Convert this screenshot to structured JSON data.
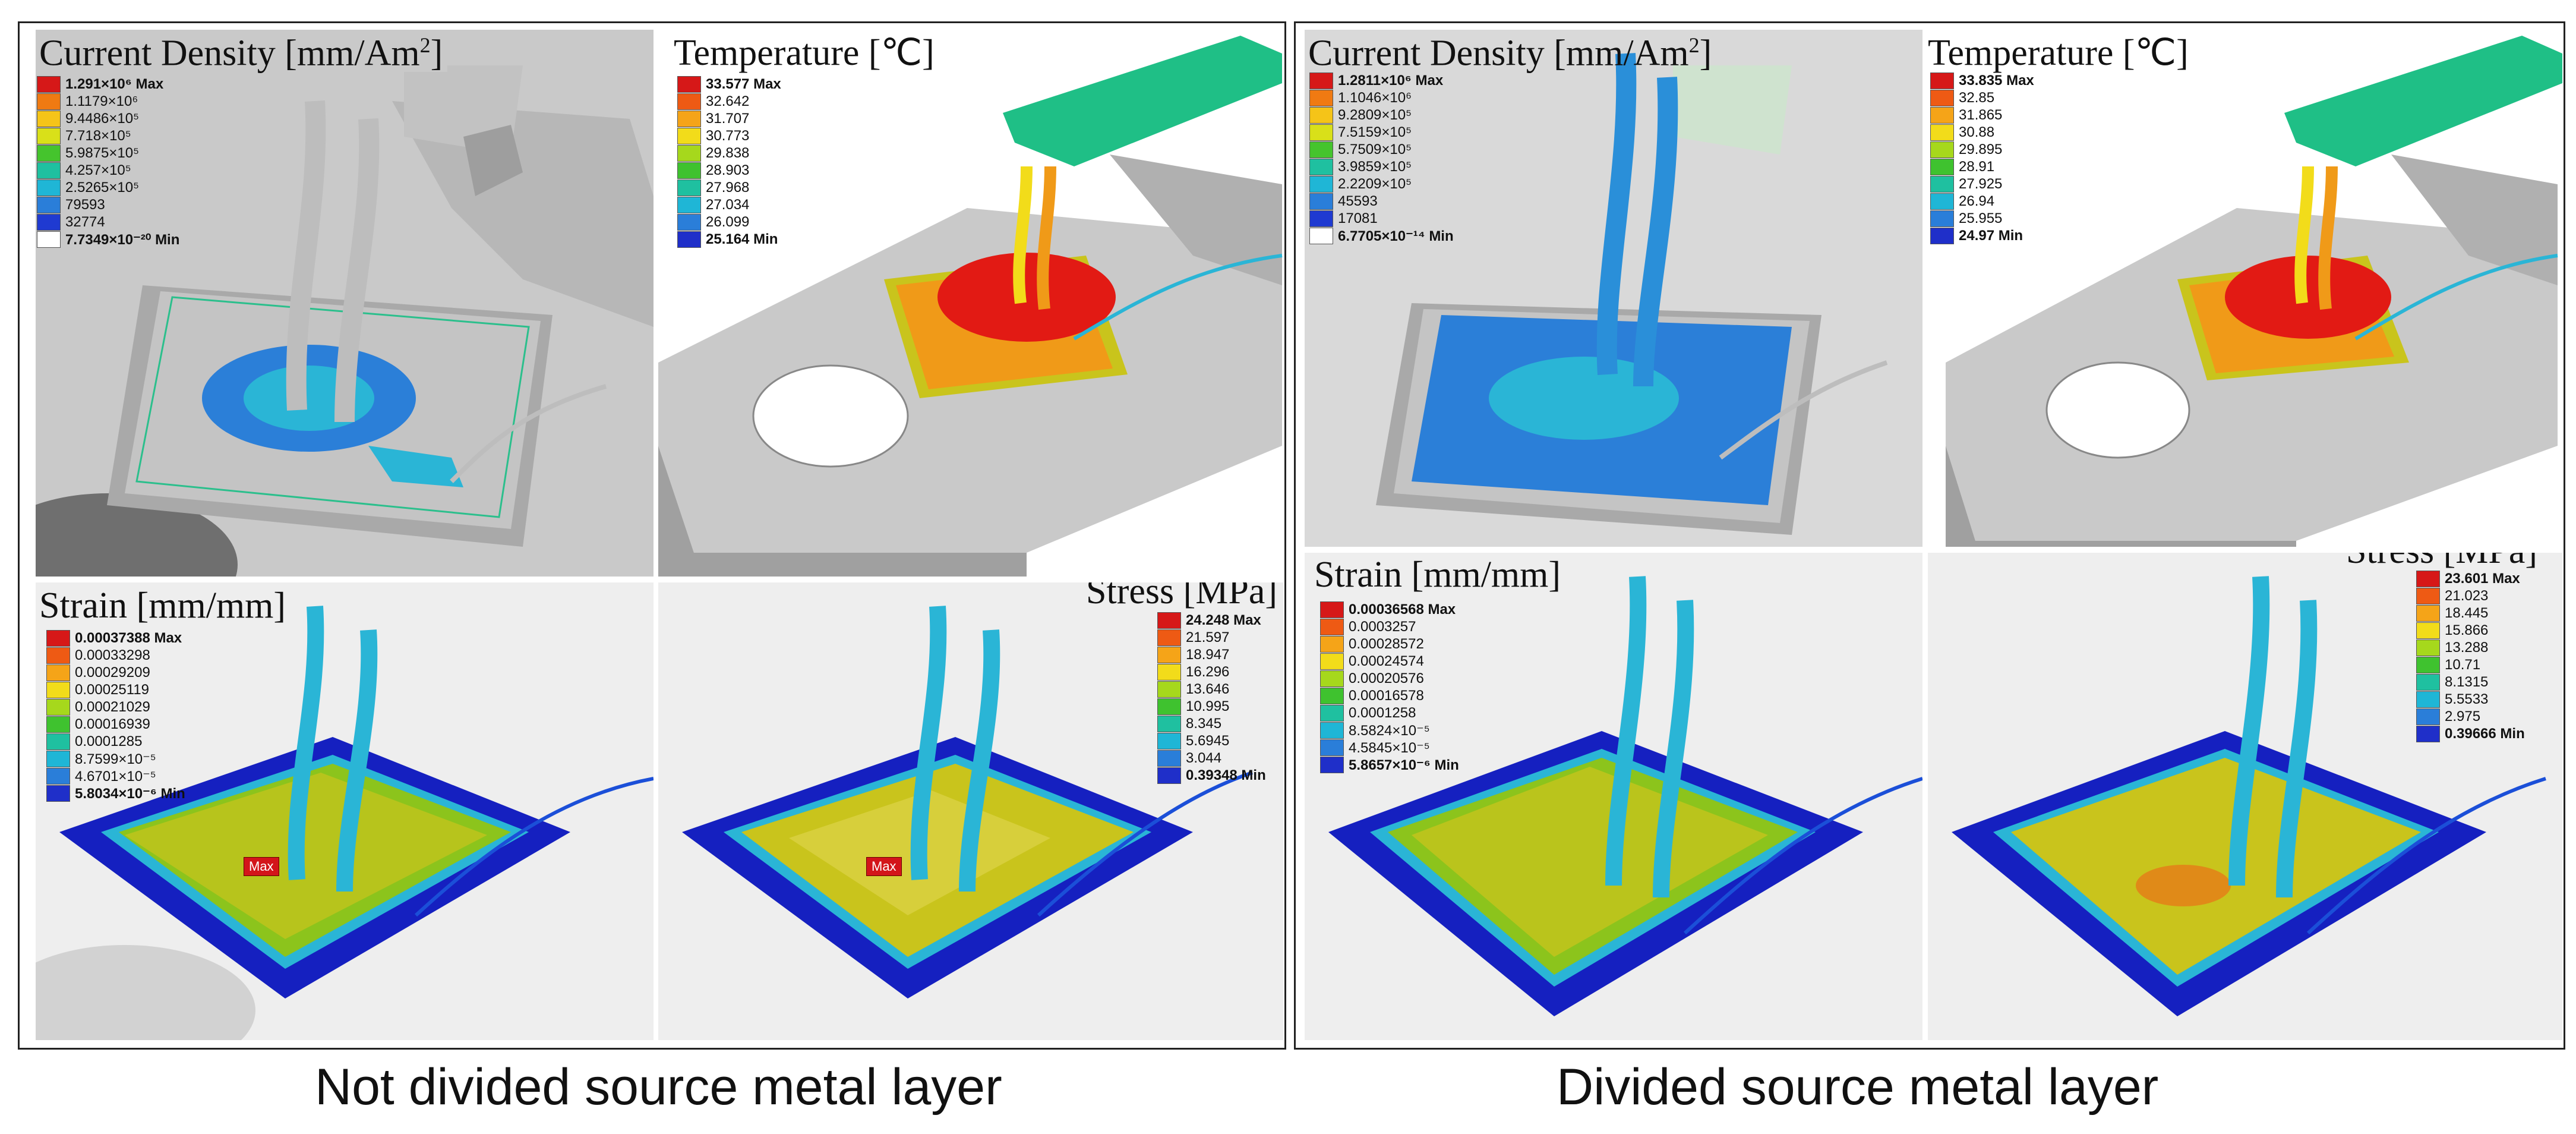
{
  "groups": [
    {
      "caption": "Not divided source metal layer",
      "panels": {
        "current": {
          "title": "Current Density [mm/Am",
          "title_sup": "2",
          "title_end": "]",
          "legend": [
            {
              "label": "1.291×10⁶ Max",
              "color": "#d61818",
              "bold": true
            },
            {
              "label": "1.1179×10⁶",
              "color": "#f07a12"
            },
            {
              "label": "9.4486×10⁵",
              "color": "#f5c418"
            },
            {
              "label": "7.718×10⁵",
              "color": "#d9e019"
            },
            {
              "label": "5.9875×10⁵",
              "color": "#45c42d"
            },
            {
              "label": "4.257×10⁵",
              "color": "#1fc0a0"
            },
            {
              "label": "2.5265×10⁵",
              "color": "#1fb6d6"
            },
            {
              "label": "79593",
              "color": "#2a7ed9"
            },
            {
              "label": "32774",
              "color": "#1f3ad1"
            },
            {
              "label": "7.7349×10⁻²⁰ Min",
              "color": "#ffffff",
              "bold": true
            }
          ]
        },
        "temperature": {
          "title": "Temperature [℃]",
          "legend": [
            {
              "label": "33.577 Max",
              "color": "#d61818",
              "bold": true
            },
            {
              "label": "32.642",
              "color": "#ee5a14"
            },
            {
              "label": "31.707",
              "color": "#f5a418"
            },
            {
              "label": "30.773",
              "color": "#f2dc1a"
            },
            {
              "label": "29.838",
              "color": "#a6d81c"
            },
            {
              "label": "28.903",
              "color": "#3fc22f"
            },
            {
              "label": "27.968",
              "color": "#1fc0a0"
            },
            {
              "label": "27.034",
              "color": "#1fb6d6"
            },
            {
              "label": "26.099",
              "color": "#2a7ed9"
            },
            {
              "label": "25.164 Min",
              "color": "#1f2fc9",
              "bold": true
            }
          ]
        },
        "strain": {
          "title": "Strain [mm/mm]",
          "max_tag": "Max",
          "legend": [
            {
              "label": "0.00037388 Max",
              "color": "#d61818",
              "bold": true
            },
            {
              "label": "0.00033298",
              "color": "#ee5a14"
            },
            {
              "label": "0.00029209",
              "color": "#f5a418"
            },
            {
              "label": "0.00025119",
              "color": "#f2dc1a"
            },
            {
              "label": "0.00021029",
              "color": "#a6d81c"
            },
            {
              "label": "0.00016939",
              "color": "#3fc22f"
            },
            {
              "label": "0.0001285",
              "color": "#1fc0a0"
            },
            {
              "label": "8.7599×10⁻⁵",
              "color": "#1fb6d6"
            },
            {
              "label": "4.6701×10⁻⁵",
              "color": "#2a7ed9"
            },
            {
              "label": "5.8034×10⁻⁶ Min",
              "color": "#1f2fc9",
              "bold": true
            }
          ]
        },
        "stress": {
          "title": "Stress [MPa]",
          "max_tag": "Max",
          "legend": [
            {
              "label": "24.248 Max",
              "color": "#d61818",
              "bold": true
            },
            {
              "label": "21.597",
              "color": "#ee5a14"
            },
            {
              "label": "18.947",
              "color": "#f5a418"
            },
            {
              "label": "16.296",
              "color": "#f2dc1a"
            },
            {
              "label": "13.646",
              "color": "#a6d81c"
            },
            {
              "label": "10.995",
              "color": "#3fc22f"
            },
            {
              "label": "8.345",
              "color": "#1fc0a0"
            },
            {
              "label": "5.6945",
              "color": "#1fb6d6"
            },
            {
              "label": "3.044",
              "color": "#2a7ed9"
            },
            {
              "label": "0.39348 Min",
              "color": "#1f2fc9",
              "bold": true
            }
          ]
        }
      }
    },
    {
      "caption": "Divided source metal layer",
      "panels": {
        "current": {
          "title": "Current Density [mm/Am",
          "title_sup": "2",
          "title_end": "]",
          "legend": [
            {
              "label": "1.2811×10⁶ Max",
              "color": "#d61818",
              "bold": true
            },
            {
              "label": "1.1046×10⁶",
              "color": "#f07a12"
            },
            {
              "label": "9.2809×10⁵",
              "color": "#f5c418"
            },
            {
              "label": "7.5159×10⁵",
              "color": "#d9e019"
            },
            {
              "label": "5.7509×10⁵",
              "color": "#45c42d"
            },
            {
              "label": "3.9859×10⁵",
              "color": "#1fc0a0"
            },
            {
              "label": "2.2209×10⁵",
              "color": "#1fb6d6"
            },
            {
              "label": "45593",
              "color": "#2a7ed9"
            },
            {
              "label": "17081",
              "color": "#1f3ad1"
            },
            {
              "label": "6.7705×10⁻¹⁴ Min",
              "color": "#ffffff",
              "bold": true
            }
          ]
        },
        "temperature": {
          "title": "Temperature [℃]",
          "legend": [
            {
              "label": "33.835 Max",
              "color": "#d61818",
              "bold": true
            },
            {
              "label": "32.85",
              "color": "#ee5a14"
            },
            {
              "label": "31.865",
              "color": "#f5a418"
            },
            {
              "label": "30.88",
              "color": "#f2dc1a"
            },
            {
              "label": "29.895",
              "color": "#a6d81c"
            },
            {
              "label": "28.91",
              "color": "#3fc22f"
            },
            {
              "label": "27.925",
              "color": "#1fc0a0"
            },
            {
              "label": "26.94",
              "color": "#1fb6d6"
            },
            {
              "label": "25.955",
              "color": "#2a7ed9"
            },
            {
              "label": "24.97 Min",
              "color": "#1f2fc9",
              "bold": true
            }
          ]
        },
        "strain": {
          "title": "Strain [mm/mm]",
          "legend": [
            {
              "label": "0.00036568 Max",
              "color": "#d61818",
              "bold": true
            },
            {
              "label": "0.0003257",
              "color": "#ee5a14"
            },
            {
              "label": "0.00028572",
              "color": "#f5a418"
            },
            {
              "label": "0.00024574",
              "color": "#f2dc1a"
            },
            {
              "label": "0.00020576",
              "color": "#a6d81c"
            },
            {
              "label": "0.00016578",
              "color": "#3fc22f"
            },
            {
              "label": "0.0001258",
              "color": "#1fc0a0"
            },
            {
              "label": "8.5824×10⁻⁵",
              "color": "#1fb6d6"
            },
            {
              "label": "4.5845×10⁻⁵",
              "color": "#2a7ed9"
            },
            {
              "label": "5.8657×10⁻⁶ Min",
              "color": "#1f2fc9",
              "bold": true
            }
          ]
        },
        "stress": {
          "title": "Stress [MPa]",
          "legend": [
            {
              "label": "23.601 Max",
              "color": "#d61818",
              "bold": true
            },
            {
              "label": "21.023",
              "color": "#ee5a14"
            },
            {
              "label": "18.445",
              "color": "#f5a418"
            },
            {
              "label": "15.866",
              "color": "#f2dc1a"
            },
            {
              "label": "13.288",
              "color": "#a6d81c"
            },
            {
              "label": "10.71",
              "color": "#3fc22f"
            },
            {
              "label": "8.1315",
              "color": "#1fc0a0"
            },
            {
              "label": "5.5533",
              "color": "#1fb6d6"
            },
            {
              "label": "2.975",
              "color": "#2a7ed9"
            },
            {
              "label": "0.39666 Min",
              "color": "#1f2fc9",
              "bold": true
            }
          ]
        }
      }
    }
  ],
  "colors": {
    "part_gray": "#c9c9c9",
    "part_dark": "#a9a9a9",
    "substrate_blue": "#1520c0",
    "chip_yellow": "#c9c41c",
    "chip_green": "#8cc41c",
    "wire_cyan": "#2ab5d6",
    "wire_blue": "#1b4fd8",
    "hot_red": "#e21a14",
    "orange": "#f09a18",
    "teal_bar": "#1fbf86"
  }
}
